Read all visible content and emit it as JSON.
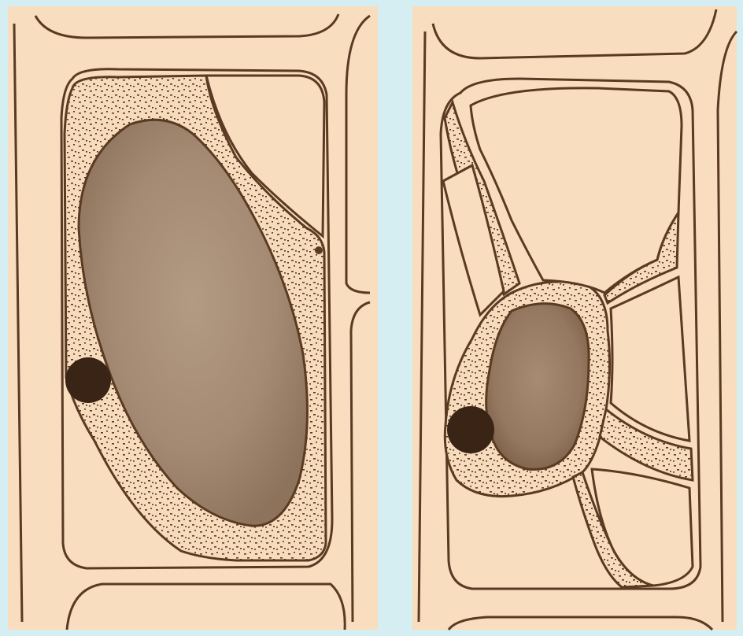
{
  "figure": {
    "panels": [
      {
        "id": "left",
        "parts": [
          "cell-wall",
          "protoplasm",
          "vacuole",
          "nucleus",
          "nucleolus"
        ]
      },
      {
        "id": "right",
        "parts": [
          "cell-wall",
          "protoplasm-strands",
          "vacuoles",
          "nucleus",
          "nucleolus"
        ]
      }
    ]
  },
  "colors": {
    "background": "#d4eef2",
    "paper": "#f8ddbf",
    "ink": "#5a3a22",
    "nucleus": "#a48a72",
    "nucleolus": "#3a2416"
  }
}
